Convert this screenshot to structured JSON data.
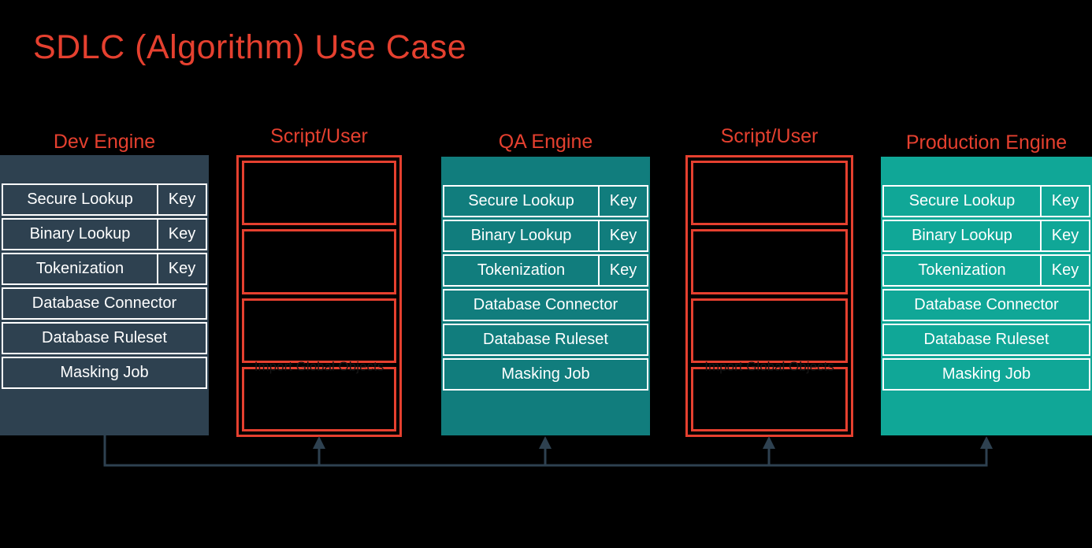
{
  "title": "SDLC (Algorithm) Use Case",
  "colors": {
    "background": "#000000",
    "accent_red": "#E5402F",
    "dev_slate": "#2E4150",
    "qa_teal": "#117D7D",
    "production_green": "#10A797",
    "row_text_white": "#FFFFFF",
    "faint_text": "#161616"
  },
  "columns": [
    {
      "label": "Dev Engine",
      "type": "engine",
      "rows": [
        {
          "label": "Secure Lookup",
          "key": "Key"
        },
        {
          "label": "Binary Lookup",
          "key": "Key"
        },
        {
          "label": "Tokenization",
          "key": "Key"
        },
        {
          "label": "Database Connector"
        },
        {
          "label": "Database Ruleset"
        },
        {
          "label": "Masking Job"
        }
      ]
    },
    {
      "label": "Script/User",
      "type": "script",
      "box_count": 4,
      "faint_label": "Import Global Objects"
    },
    {
      "label": "QA Engine",
      "type": "engine",
      "rows": [
        {
          "label": "Secure Lookup",
          "key": "Key"
        },
        {
          "label": "Binary Lookup",
          "key": "Key"
        },
        {
          "label": "Tokenization",
          "key": "Key"
        },
        {
          "label": "Database Connector"
        },
        {
          "label": "Database Ruleset"
        },
        {
          "label": "Masking Job"
        }
      ]
    },
    {
      "label": "Script/User",
      "type": "script",
      "box_count": 4,
      "faint_label": "Import Global Objects"
    },
    {
      "label": "Production Engine",
      "type": "engine",
      "rows": [
        {
          "label": "Secure Lookup",
          "key": "Key"
        },
        {
          "label": "Binary Lookup",
          "key": "Key"
        },
        {
          "label": "Tokenization",
          "key": "Key"
        },
        {
          "label": "Database Connector"
        },
        {
          "label": "Database Ruleset"
        },
        {
          "label": "Masking Job"
        }
      ]
    }
  ]
}
